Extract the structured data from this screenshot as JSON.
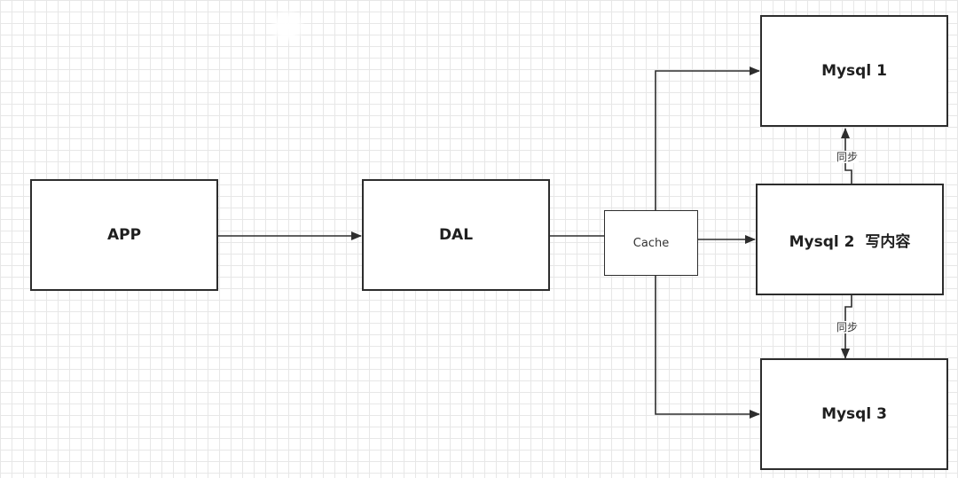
{
  "diagram": {
    "nodes": {
      "app": {
        "label": "APP"
      },
      "dal": {
        "label": "DAL"
      },
      "cache": {
        "label": "Cache"
      },
      "mysql1": {
        "label": "Mysql 1"
      },
      "mysql2": {
        "label": "Mysql 2  写内容"
      },
      "mysql3": {
        "label": "Mysql 3"
      }
    },
    "edges": [
      {
        "from": "APP",
        "to": "DAL",
        "label": ""
      },
      {
        "from": "DAL",
        "to": "Cache",
        "label": ""
      },
      {
        "from": "Cache",
        "to": "Mysql 1",
        "label": ""
      },
      {
        "from": "Cache",
        "to": "Mysql 2  写内容",
        "label": ""
      },
      {
        "from": "Cache",
        "to": "Mysql 3",
        "label": ""
      },
      {
        "from": "Mysql 2  写内容",
        "to": "Mysql 1",
        "label": "同步"
      },
      {
        "from": "Mysql 2  写内容",
        "to": "Mysql 3",
        "label": "同步"
      }
    ],
    "sync_up_label": "同步",
    "sync_down_label": "同步",
    "colors": {
      "stroke": "#2d2d2d",
      "grid": "#e7e7e7",
      "background": "#ffffff"
    }
  }
}
